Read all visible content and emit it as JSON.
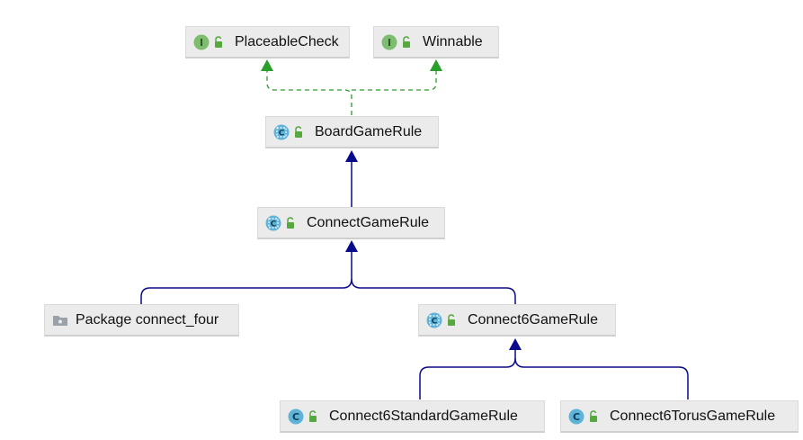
{
  "nodes": {
    "placeablecheck": {
      "label": "PlaceableCheck",
      "kind": "interface"
    },
    "winnable": {
      "label": "Winnable",
      "kind": "interface"
    },
    "boardgamerule": {
      "label": "BoardGameRule",
      "kind": "abstract-class"
    },
    "connectgamerule": {
      "label": "ConnectGameRule",
      "kind": "abstract-class"
    },
    "package_connect_four": {
      "label": "Package connect_four",
      "kind": "package"
    },
    "connect6gamerule": {
      "label": "Connect6GameRule",
      "kind": "abstract-class"
    },
    "connect6standardgamerule": {
      "label": "Connect6StandardGameRule",
      "kind": "class"
    },
    "connect6torusgamerule": {
      "label": "Connect6TorusGameRule",
      "kind": "class"
    }
  },
  "edges": [
    {
      "from": "boardgamerule",
      "to": "placeablecheck",
      "relation": "implements"
    },
    {
      "from": "boardgamerule",
      "to": "winnable",
      "relation": "implements"
    },
    {
      "from": "connectgamerule",
      "to": "boardgamerule",
      "relation": "extends"
    },
    {
      "from": "package_connect_four",
      "to": "connectgamerule",
      "relation": "extends"
    },
    {
      "from": "connect6gamerule",
      "to": "connectgamerule",
      "relation": "extends"
    },
    {
      "from": "connect6standardgamerule",
      "to": "connect6gamerule",
      "relation": "extends"
    },
    {
      "from": "connect6torusgamerule",
      "to": "connect6gamerule",
      "relation": "extends"
    }
  ],
  "colors": {
    "implements_edge": "#2a9d2a",
    "extends_edge": "#0a0a8c",
    "interface_icon": "#7ebd6f",
    "class_icon": "#5fb3d9",
    "package_icon": "#9aa1a8",
    "visibility_lock": "#56a83f"
  }
}
